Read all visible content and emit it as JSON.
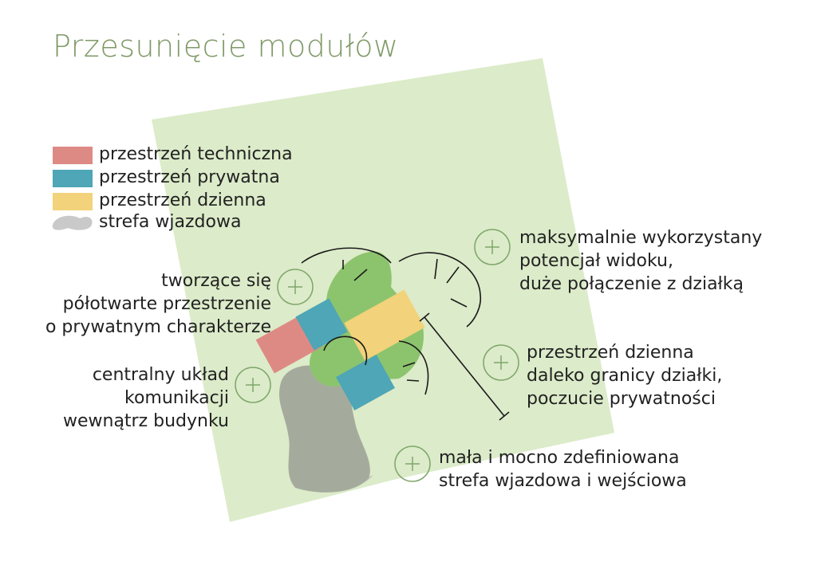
{
  "title": "Przesunięcie modułów",
  "legend": [
    {
      "label": "przestrzeń techniczna",
      "color": "#de8a84"
    },
    {
      "label": "przestrzeń prywatna",
      "color": "#4ea6b6"
    },
    {
      "label": "przestrzeń dzienna",
      "color": "#f2d27a"
    },
    {
      "label": "strefa wjazdowa",
      "color": "#c9c9c9"
    }
  ],
  "notes": {
    "polotwarte": [
      "tworzące się",
      "półotwarte przestrzenie",
      "o prywatnym charakterze"
    ],
    "komunikacja": [
      "centralny układ",
      "komunikacji",
      "wewnątrz budynku"
    ],
    "widok": [
      "maksymalnie wykorzystany",
      "potencjał widoku,",
      "duże połączenie z działką"
    ],
    "dzienna": [
      "przestrzeń dzienna",
      "daleko granicy działki,",
      "poczucie prywatności"
    ],
    "wjazd": [
      "mała i mocno zdefiniowana",
      "strefa wjazdowa i wejściowa"
    ]
  },
  "colors": {
    "site": "#dcebc9",
    "green_zone": "#8cc46e",
    "entry_zone": "#a5ab9c",
    "plus_circle": "#7fa66b",
    "title": "#7f9a68"
  }
}
